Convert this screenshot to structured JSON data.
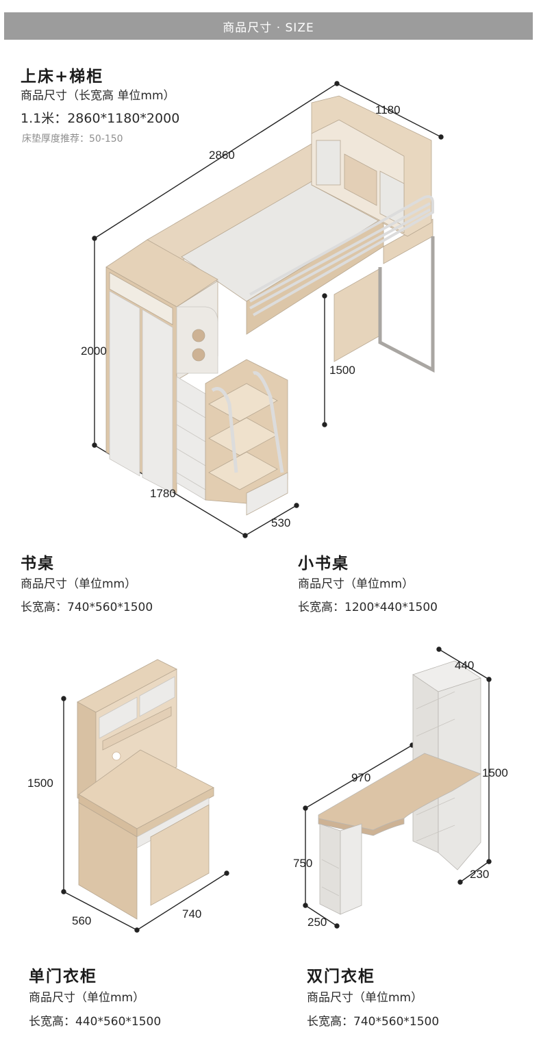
{
  "header": {
    "title": "商品尺寸 · SIZE"
  },
  "loft_bed": {
    "title": "上床+梯柜",
    "spec_label": "商品尺寸（长宽高 单位mm）",
    "size": "1.1米：2860*1180*2000",
    "mattress_note": "床垫厚度推荐：50-150",
    "dims": {
      "length": "2860",
      "depth": "1180",
      "height": "2000",
      "desk_height": "1500",
      "cabinet_length": "1780",
      "step_depth": "530"
    }
  },
  "desk": {
    "title": "书桌",
    "spec_label": "商品尺寸（单位mm）",
    "size": "长宽高：740*560*1500",
    "dims": {
      "height": "1500",
      "depth": "560",
      "width": "740"
    }
  },
  "small_desk": {
    "title": "小书桌",
    "spec_label": "商品尺寸（单位mm）",
    "size": "长宽高：1200*440*1500",
    "dims": {
      "depth": "440",
      "height": "1500",
      "length": "970",
      "desk_height": "750",
      "shelf_width": "230",
      "leg_width": "250"
    }
  },
  "single_wardrobe": {
    "title": "单门衣柜",
    "spec_label": "商品尺寸（单位mm）",
    "size": "长宽高：440*560*1500"
  },
  "double_wardrobe": {
    "title": "双门衣柜",
    "spec_label": "商品尺寸（单位mm）",
    "size": "长宽高：740*560*1500"
  },
  "colors": {
    "wood": "#e3cfb6",
    "wood_dark": "#cdb294",
    "panel": "#e8e6e2",
    "header_bg": "#9c9c9c"
  }
}
